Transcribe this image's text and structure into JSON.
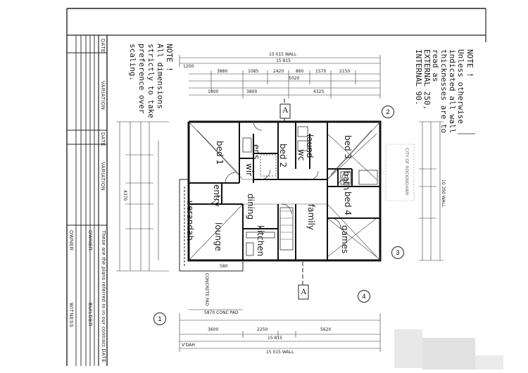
{
  "title_block": {
    "col1_date": "DATE",
    "col1_variation": "VARIATION",
    "col2_date": "DATE",
    "col2_variation": "VARIATION",
    "contract_note": "These are the plans referred to in our contract   DATE",
    "owner_1": "OWNER",
    "builder": "BUILDER",
    "owner_2": "OWNER",
    "witness": "WITNESS"
  },
  "notes": {
    "left_heading": "NOTE !",
    "left_lines": [
      "All dimensions",
      "strictly to take",
      "preference over",
      "scaling."
    ],
    "right_heading": "NOTE !",
    "right_lines": [
      "Unless otherwise",
      "indicated all wall",
      "thicknesses are to",
      "read as",
      "EXTERNAL 250,",
      "INTERNAL 90."
    ]
  },
  "rooms": {
    "bed1": "bed 1",
    "bed2": "bed 2",
    "bed3": "bed 3",
    "bed4": "bed 4",
    "laund": "laund",
    "ens": "ens",
    "wir": "wir",
    "bath": "bath",
    "entry": "entry",
    "dining": "dining",
    "kitchen": "kitchen",
    "family": "family",
    "games": "games",
    "lounge": "lounge",
    "verandah": "verandah",
    "wc": "wc"
  },
  "section_markers": {
    "top": "A",
    "bottom": "A"
  },
  "elevation_markers": [
    "1",
    "2",
    "3",
    "4"
  ],
  "dimensions": {
    "top_overall": "15 015 WALL",
    "top_inner": "15 815",
    "top_left": "1200",
    "top_row": [
      "3880",
      "1085",
      "2420",
      "860",
      "1570",
      "2150"
    ],
    "top_row2": [
      "1800",
      "3800",
      "4325"
    ],
    "top_row2_mid": "5020",
    "right_overall": "10 350 WALL",
    "bottom_overall": "15 015 WALL",
    "bottom_inner": "15 815",
    "bottom_row": [
      "3600",
      "2250",
      "5620"
    ],
    "bottom_porch": "5870 CONC PAD",
    "bottom_left": "V'DAH",
    "bottom_mid": "580",
    "left_overall": "4370",
    "garage_label": "CONCRETE PAD"
  },
  "stamp": "CITY OF ROCKINGHAM"
}
